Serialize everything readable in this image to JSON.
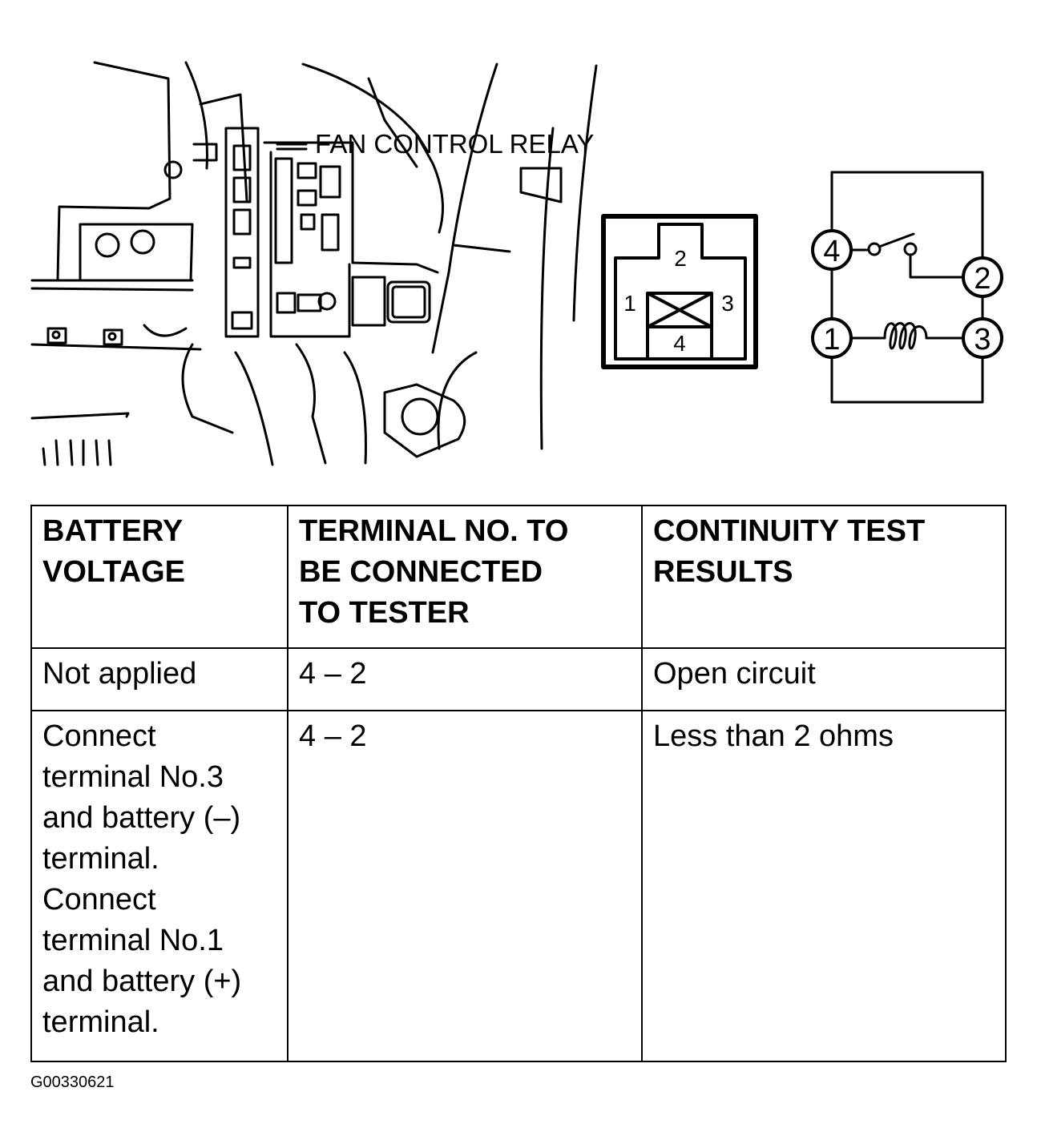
{
  "illustration": {
    "callout_label": "FAN CONTROL RELAY",
    "connector_terminals": [
      "1",
      "2",
      "3",
      "4"
    ],
    "schematic_terminals": [
      "4",
      "2",
      "1",
      "3"
    ]
  },
  "table": {
    "headers": {
      "col1": [
        "BATTERY",
        "VOLTAGE"
      ],
      "col2": [
        "TERMINAL NO. TO",
        "BE CONNECTED",
        "TO TESTER"
      ],
      "col3": [
        "CONTINUITY TEST",
        "RESULTS"
      ]
    },
    "rows": [
      {
        "battery_voltage": [
          "Not applied"
        ],
        "terminals": "4 – 2",
        "result": "Open circuit"
      },
      {
        "battery_voltage": [
          "Connect",
          "terminal No.3",
          "and battery (–)",
          "terminal.",
          "Connect",
          "terminal No.1",
          "and battery (+)",
          "terminal."
        ],
        "terminals": "4 – 2",
        "result": "Less than 2 ohms"
      }
    ]
  },
  "figure_id": "G00330621"
}
